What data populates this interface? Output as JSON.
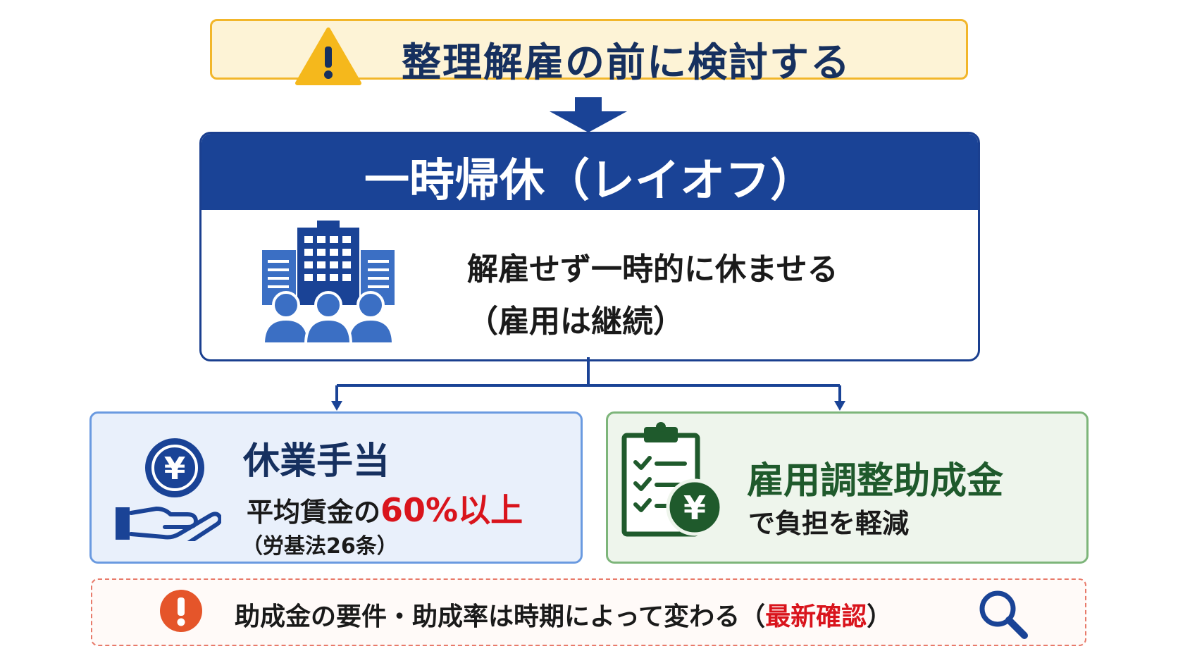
{
  "banner": {
    "title": "整理解雇の前に検討する",
    "icon": "warning-triangle-icon"
  },
  "main": {
    "title": "一時帰休（レイオフ）",
    "desc_line1": "解雇せず一時的に休ませる",
    "desc_line2": "（雇用は継続）",
    "icon": "office-building-people-icon"
  },
  "left": {
    "title": "休業手当",
    "line2_prefix": "平均賃金の",
    "line2_highlight": "60%以上",
    "line3": "（労基法26条）",
    "icon": "yen-coin-hand-icon",
    "coin_symbol": "¥"
  },
  "right": {
    "title": "雇用調整助成金",
    "line2": "で負担を軽減",
    "icon": "clipboard-checklist-yen-icon",
    "coin_symbol": "¥"
  },
  "note": {
    "text_prefix": "助成金の要件・助成率は時期によって変わる（",
    "text_highlight": "最新確認",
    "text_suffix": "）",
    "icon": "exclamation-circle-icon",
    "search_icon": "magnifier-icon"
  },
  "colors": {
    "navy": "#1a4396",
    "warning_yellow": "#f2b62a",
    "highlight_red": "#d9141c",
    "green": "#1f5a2c",
    "blue_light": "#e9f0fb"
  }
}
